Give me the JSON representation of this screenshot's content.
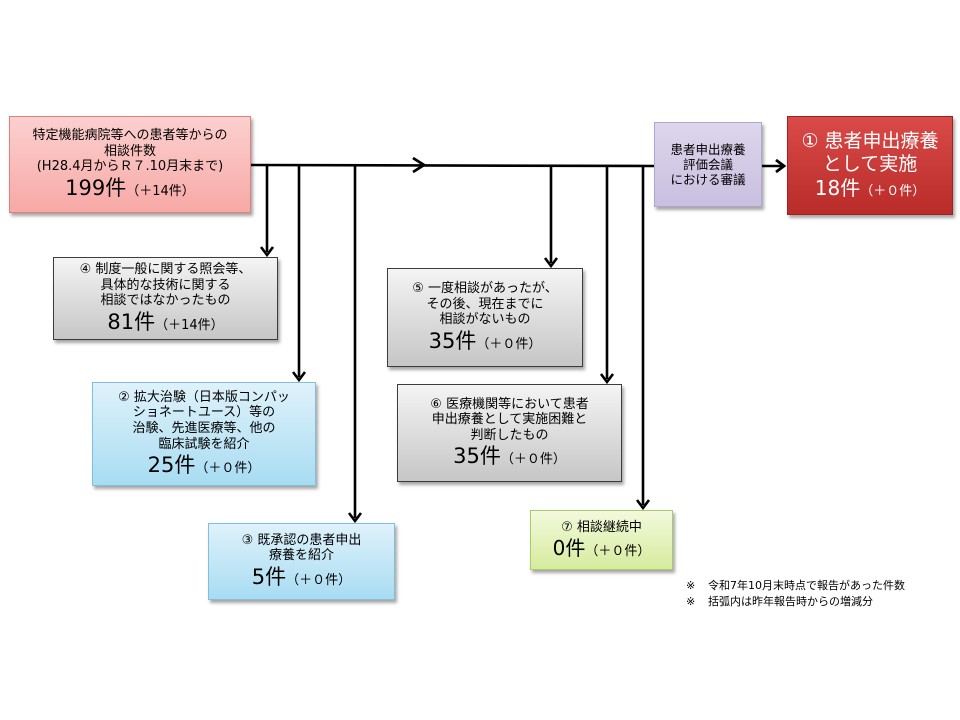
{
  "source_box": {
    "lines": [
      "特定機能病院等への患者等からの",
      "相談件数",
      "(H28.4月からＲ７.10月末まで)"
    ],
    "count": "199件",
    "delta": "（＋14件）"
  },
  "review_box": {
    "lines": [
      "患者申出療養",
      "評価会議",
      "における審議"
    ]
  },
  "outcomes": [
    {
      "id": "implemented",
      "number": "①",
      "lines": [
        "① 患者申出療養",
        "として実施"
      ],
      "count": "18件",
      "delta": "（＋０件）",
      "color": "#c43533"
    },
    {
      "id": "trial-referral",
      "number": "②",
      "lines": [
        "② 拡大治験（日本版コンパッ",
        "ショネートユース）等の",
        "治験、先進医療等、他の",
        "臨床試験を紹介"
      ],
      "count": "25件",
      "delta": "（＋０件）",
      "color": "#bfe6f7"
    },
    {
      "id": "approved-referral",
      "number": "③",
      "lines": [
        "③ 既承認の患者申出",
        "療養を紹介"
      ],
      "count": "5件",
      "delta": "（＋０件）",
      "color": "#bfe6f7"
    },
    {
      "id": "general-inquiry",
      "number": "④",
      "lines": [
        "④  制度一般に関する照会等、",
        "具体的な技術に関する",
        "相談ではなかったもの"
      ],
      "count": "81件",
      "delta": "（＋14件）",
      "color": "#dcdcdc"
    },
    {
      "id": "no-further-contact",
      "number": "⑤",
      "lines": [
        "⑤ 一度相談があったが、",
        "その後、現在までに",
        "相談がないもの"
      ],
      "count": "35件",
      "delta": "（＋０件）",
      "color": "#dcdcdc"
    },
    {
      "id": "judged-difficult",
      "number": "⑥",
      "lines": [
        "⑥ 医療機関等において患者",
        "申出療養として実施困難と",
        "判断したもの"
      ],
      "count": "35件",
      "delta": "（＋０件）",
      "color": "#dcdcdc"
    },
    {
      "id": "ongoing",
      "number": "⑦",
      "lines": [
        "⑦ 相談継続中"
      ],
      "count": "0件",
      "delta": "（＋０件）",
      "color": "#e6f3bd"
    }
  ],
  "notes": [
    {
      "mark": "※",
      "text": "令和7年10月末時点で報告があった件数"
    },
    {
      "mark": "※",
      "text": "括弧内は昨年報告時からの増減分"
    }
  ]
}
